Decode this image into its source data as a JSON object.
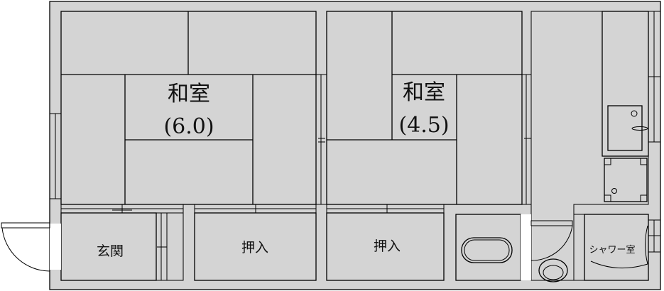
{
  "floor_plan": {
    "rooms": [
      {
        "name": "和室",
        "size": "(6.0)"
      },
      {
        "name": "和室",
        "size": "(4.5)"
      },
      {
        "name": "玄関"
      },
      {
        "name": "押入"
      },
      {
        "name": "押入"
      },
      {
        "name": "シャワー室"
      }
    ],
    "colors": {
      "tatami": "#ddedd6",
      "closet": "#fadca6",
      "kitchen": "#fde5d3",
      "wet_area": "#cdeefb",
      "wall": "#d4d4d4"
    }
  }
}
